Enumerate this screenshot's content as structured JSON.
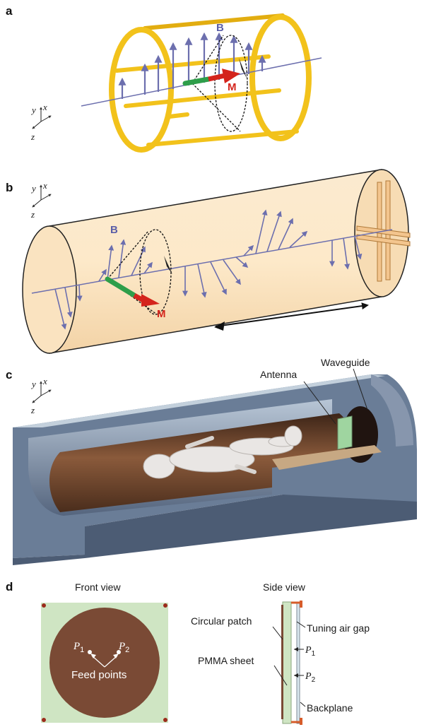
{
  "panels": {
    "a": {
      "label": "a",
      "field_label": "B",
      "moment_label": "M"
    },
    "b": {
      "label": "b",
      "field_label": "B",
      "moment_label": "M"
    },
    "c": {
      "label": "c",
      "antenna_label": "Antenna",
      "waveguide_label": "Waveguide"
    },
    "d": {
      "label": "d",
      "front_view_title": "Front view",
      "side_view_title": "Side view",
      "p1_symbol": "P",
      "p1_sub": "1",
      "p2_symbol": "P",
      "p2_sub": "2",
      "feed_points_label": "Feed points",
      "circular_patch_label": "Circular patch",
      "tuning_gap_label": "Tuning air gap",
      "pmma_label": "PMMA sheet",
      "backplane_label": "Backplane"
    }
  },
  "axes": {
    "y": "y",
    "x": "x",
    "z": "z"
  },
  "colors": {
    "coil": "#f2c21b",
    "field_vector": "#6c6fae",
    "moment_green": "#2e9e4a",
    "moment_red": "#d4241c",
    "waveguide_fill": "#fbe6c4",
    "bore_shell": "#5c6e88",
    "patch_brown": "#7a4a35",
    "pmma_green": "#cfe5c3"
  }
}
